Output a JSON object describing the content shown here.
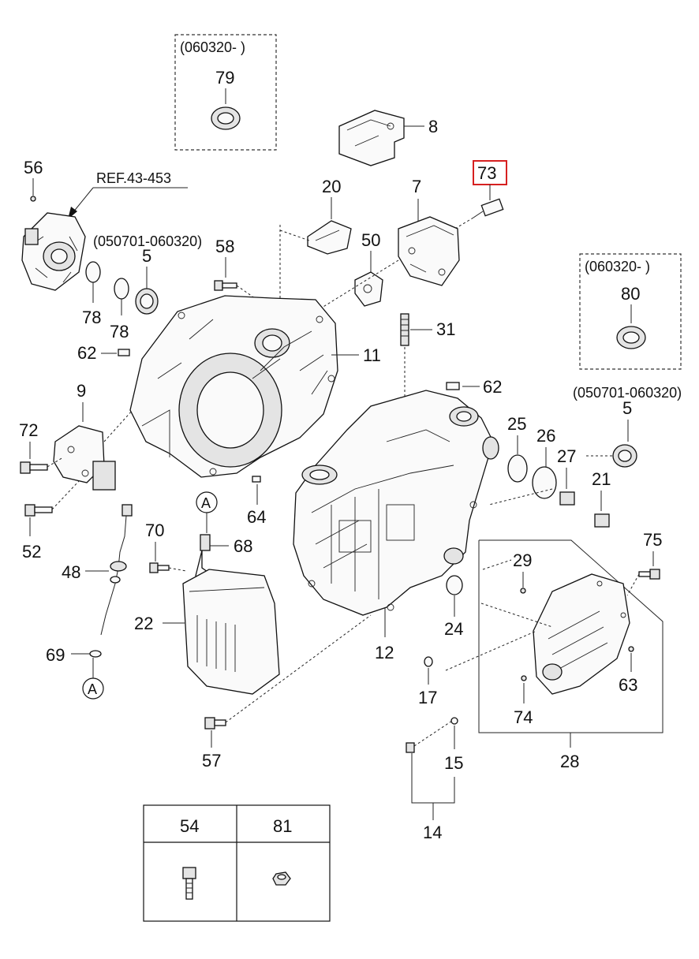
{
  "labels": {
    "p79": "79",
    "p8": "8",
    "p73": "73",
    "p56": "56",
    "p20": "20",
    "p7": "7",
    "p58": "58",
    "p5a": "5",
    "p50": "50",
    "p78a": "78",
    "p78b": "78",
    "p62a": "62",
    "p31": "31",
    "p11": "11",
    "p80": "80",
    "p62b": "62",
    "p9": "9",
    "p5b": "5",
    "p72": "72",
    "p25": "25",
    "p26": "26",
    "p27": "27",
    "p21": "21",
    "p64": "64",
    "p52": "52",
    "p70": "70",
    "p68": "68",
    "p48": "48",
    "p75": "75",
    "p29": "29",
    "p22": "22",
    "p24": "24",
    "p12": "12",
    "p69": "69",
    "p63": "63",
    "p17": "17",
    "p74": "74",
    "p57": "57",
    "p15": "15",
    "p28": "28",
    "p14": "14",
    "p54": "54",
    "p81": "81"
  },
  "notes": {
    "ref": "REF.43-453",
    "range_top": "(060320- )",
    "range_right": "(060320- )",
    "range_left": "(050701-060320)",
    "range_right_low": "(050701-060320)"
  },
  "markers": {
    "a_top": "A",
    "a_bottom": "A"
  },
  "highlight": {
    "part": "73",
    "color": "#d62020"
  },
  "table": {
    "headers": [
      "54",
      "81"
    ]
  }
}
